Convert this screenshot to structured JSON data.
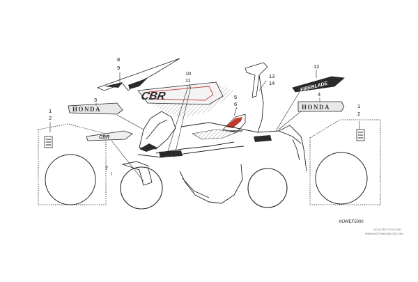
{
  "diagram": {
    "callouts": [
      "1",
      "2",
      "3",
      "4",
      "5",
      "6",
      "7",
      "8",
      "9",
      "10",
      "11",
      "12",
      "13",
      "14"
    ],
    "decal_text": {
      "honda": "HONDA",
      "cbr_large": "CBR",
      "cbr_small": "CBR",
      "fireblade": "FIREBLADE"
    },
    "drawing_code": "MJWEF5000",
    "watermark": [
      "SOLICITE FOTOS DE:",
      "WWW.MOTOMODELOS.COM"
    ],
    "colors": {
      "line": "#222222",
      "decal_dark": "#2a2a2a",
      "decal_red": "#c0392b",
      "hatch": "#9a9a9a"
    }
  }
}
